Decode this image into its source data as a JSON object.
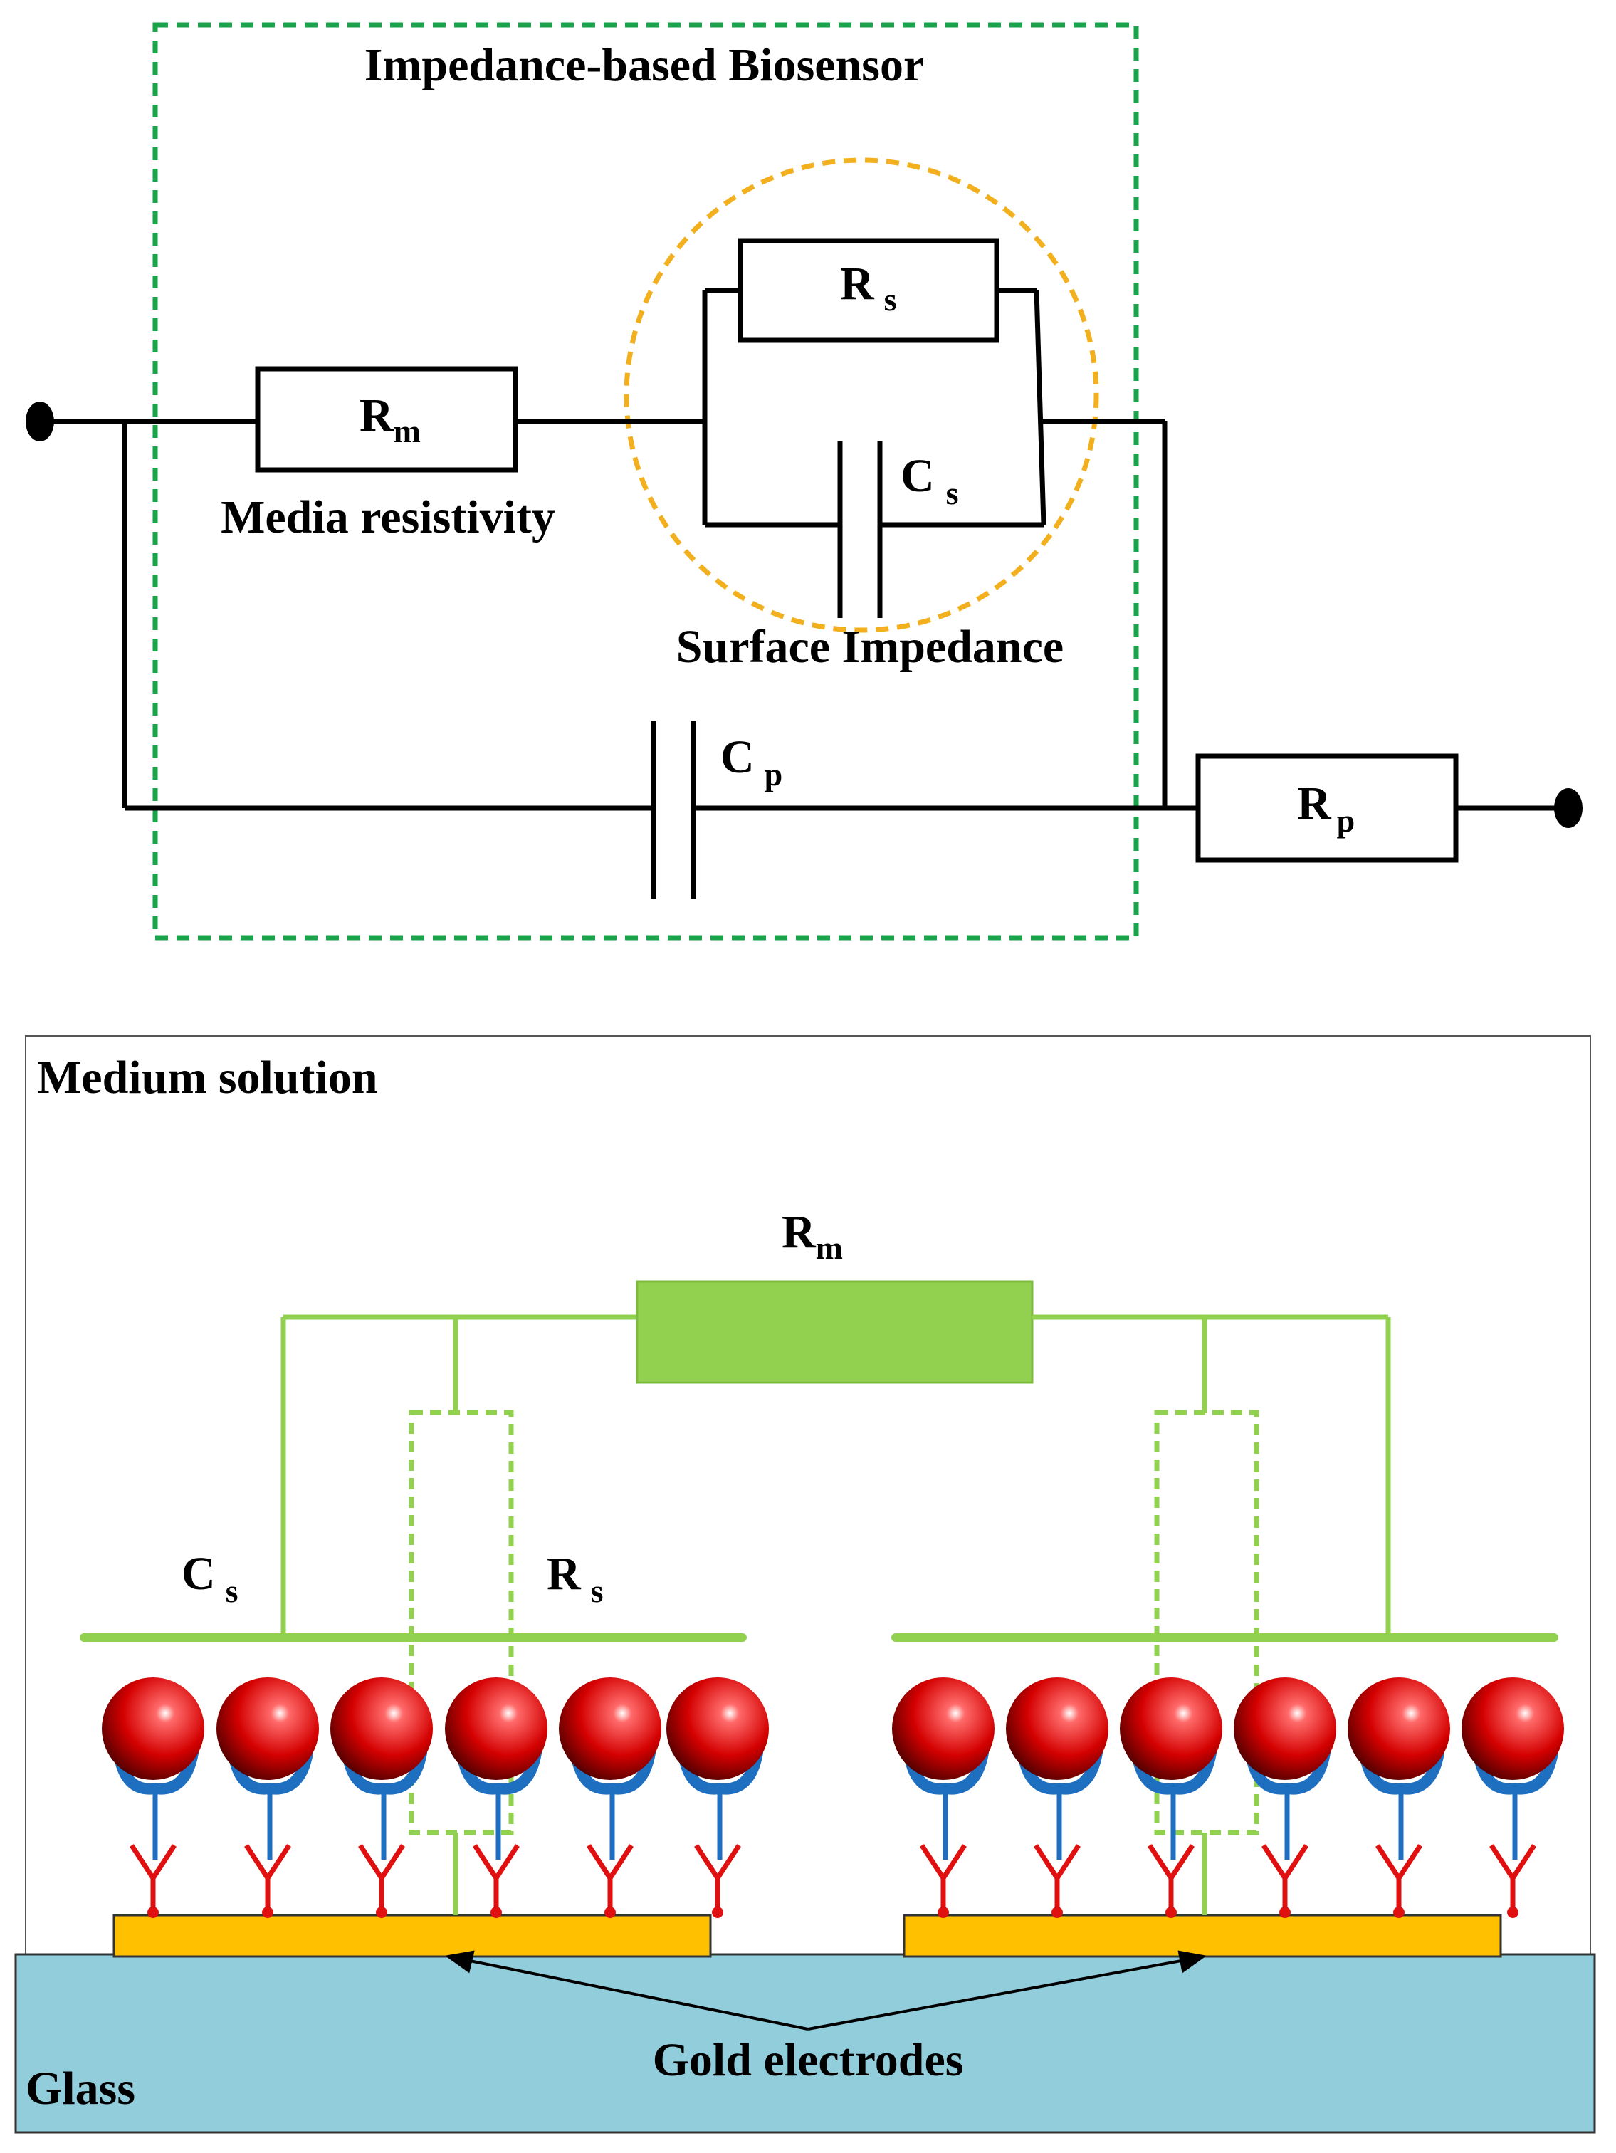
{
  "circuit": {
    "title": "Impedance-based Biosensor",
    "rm_symbol": "R",
    "rm_sub": "m",
    "media_label": "Media resistivity",
    "rs_symbol": "R",
    "rs_sub": "s",
    "cs_symbol": "C",
    "cs_sub": "s",
    "surface_label": "Surface Impedance",
    "cp_symbol": "C",
    "cp_sub": "p",
    "rp_symbol": "R",
    "rp_sub": "p"
  },
  "cell": {
    "medium_label": "Medium solution",
    "rm_symbol": "R",
    "rm_sub": "m",
    "cs_symbol": "C",
    "cs_sub": "s",
    "rs_symbol": "R",
    "rs_sub": "s",
    "electrodes_label": "Gold electrodes",
    "glass_label": "Glass"
  },
  "colors": {
    "circuit_line": "#000000",
    "biosensor_box": "#1aa34a",
    "surface_circle": "#f2b01e",
    "green_circuit": "#92d050",
    "gold": "#ffc000",
    "glass": "#92cddc",
    "antibody_blue": "#1f6fc0",
    "receptor_red": "#e01010",
    "sphere_red": "#d00000"
  }
}
